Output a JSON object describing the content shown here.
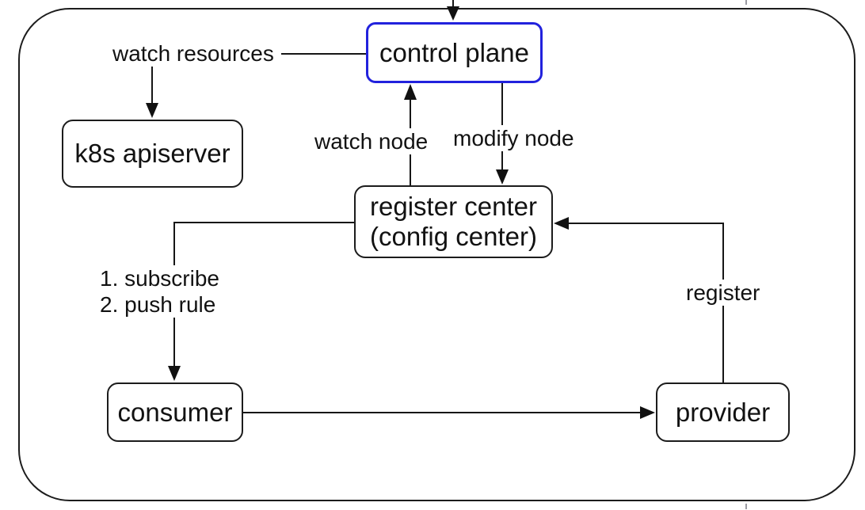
{
  "colors": {
    "accent_blue": "#2222dd",
    "line_black": "#161616"
  },
  "nodes": {
    "control_plane": {
      "label": "control plane"
    },
    "k8s_apiserver": {
      "label": "k8s apiserver"
    },
    "register_center": {
      "line1": "register center",
      "line2": "(config center)"
    },
    "consumer": {
      "label": "consumer"
    },
    "provider": {
      "label": "provider"
    }
  },
  "edge_labels": {
    "watch_resources": "watch resources",
    "watch_node": "watch node",
    "modify_node": "modify node",
    "subscribe_line1": "1. subscribe",
    "subscribe_line2": "2. push rule",
    "register": "register"
  }
}
